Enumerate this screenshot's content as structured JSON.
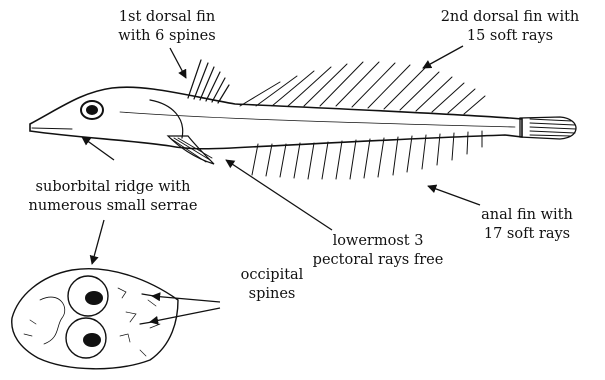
{
  "labels": {
    "dorsal1": [
      "1st dorsal fin",
      "with 6 spines"
    ],
    "dorsal2": [
      "2nd dorsal fin with",
      "15 soft rays"
    ],
    "suborbital": [
      "suborbital ridge with",
      "numerous small serrae"
    ],
    "pectoral": [
      "lowermost 3",
      "pectoral rays free"
    ],
    "anal": [
      "anal fin with",
      "17 soft rays"
    ],
    "occipital": [
      "occipital",
      "spines"
    ]
  },
  "colors": {
    "ink": "#111111",
    "paper": "#ffffff"
  }
}
